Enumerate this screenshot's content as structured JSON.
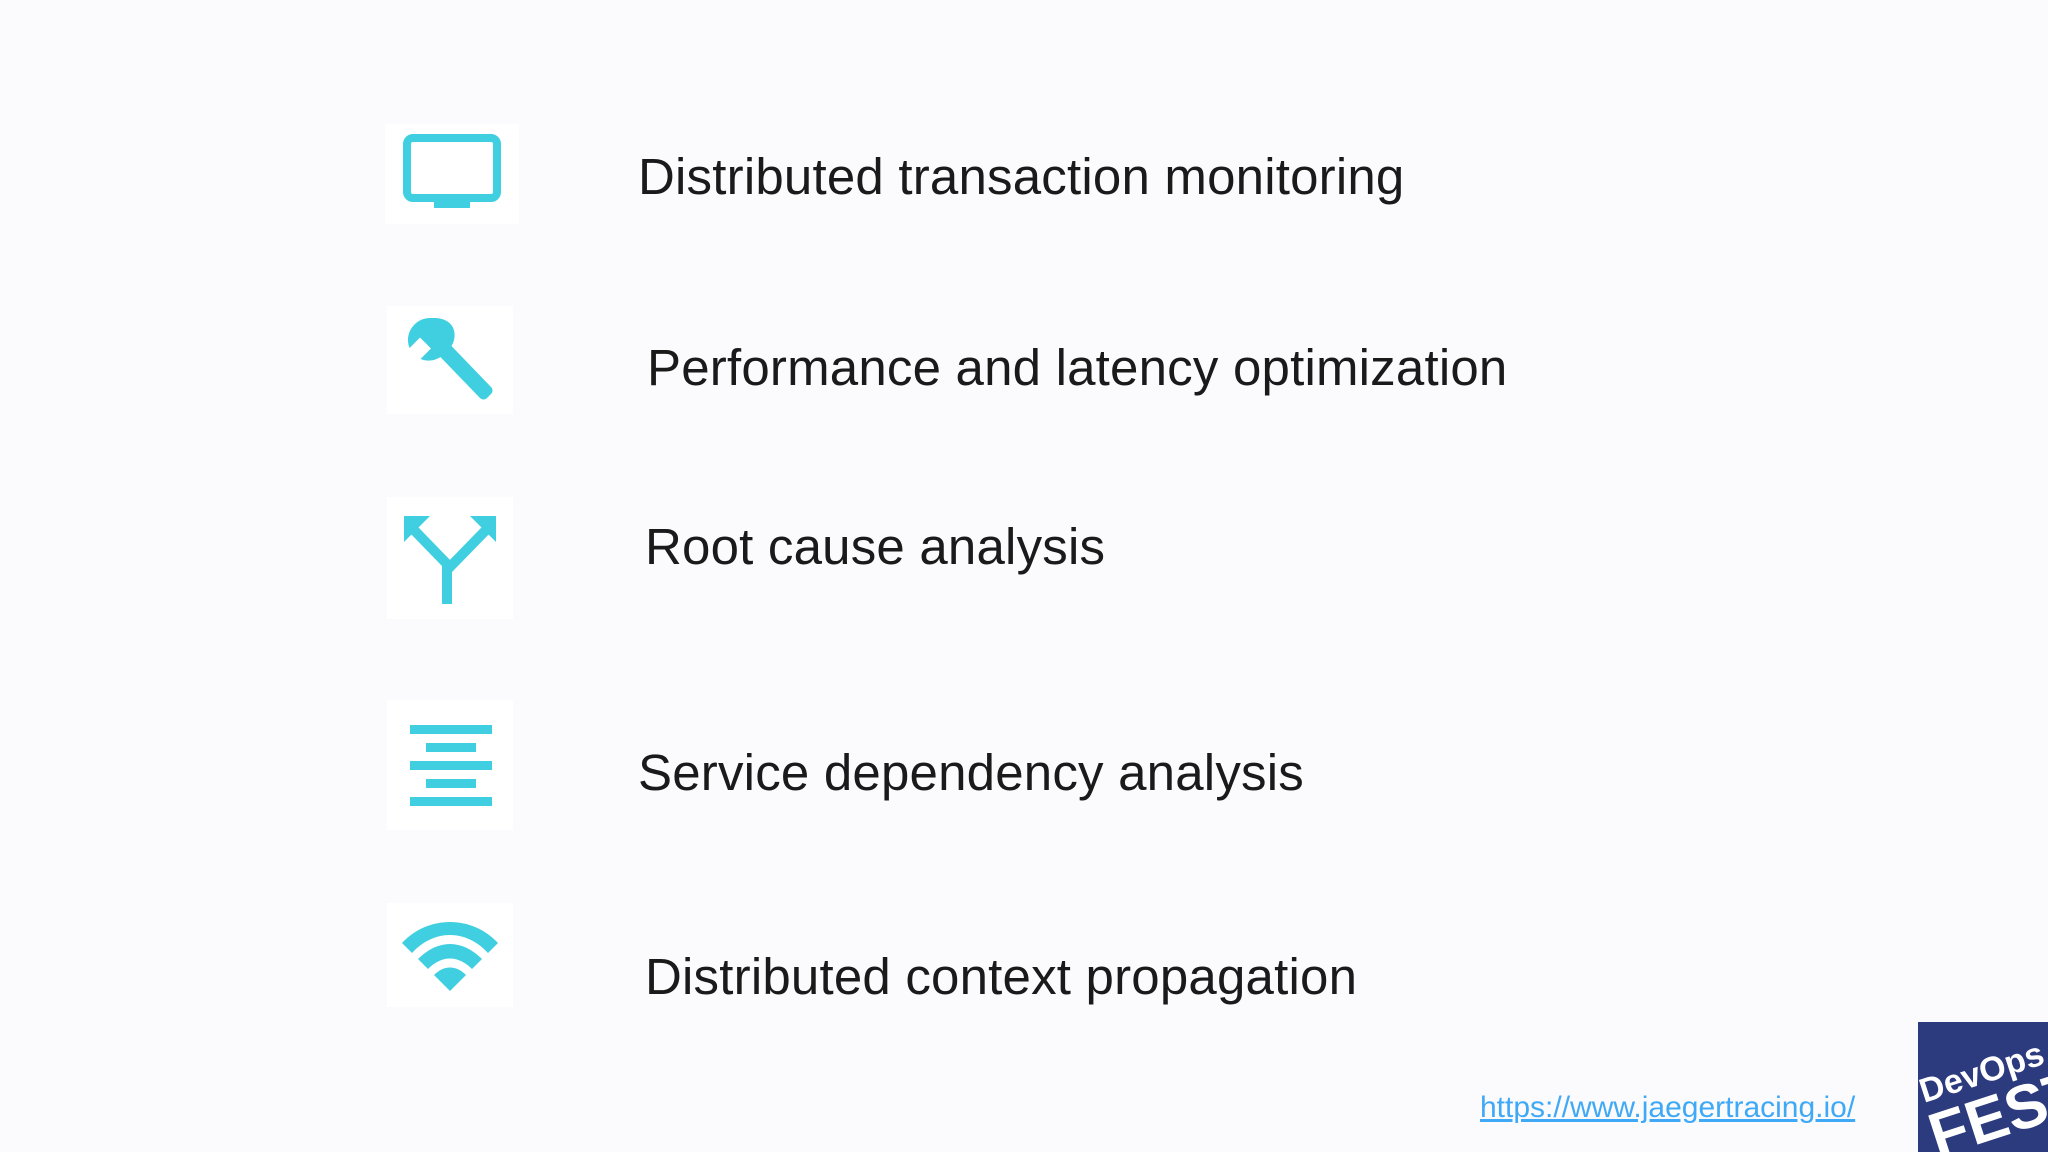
{
  "accent_color": "#3fcfe0",
  "items": [
    {
      "icon": "monitor-icon",
      "label": "Distributed transaction monitoring"
    },
    {
      "icon": "wrench-icon",
      "label": "Performance and latency optimization"
    },
    {
      "icon": "fork-arrows-icon",
      "label": "Root cause analysis"
    },
    {
      "icon": "align-center-icon",
      "label": "Service dependency analysis"
    },
    {
      "icon": "wifi-icon",
      "label": "Distributed context propagation"
    }
  ],
  "footer": {
    "link_text": "https://www.jaegertracing.io/"
  },
  "logo": {
    "text_line1": "DevOps",
    "text_line2": "FEST"
  }
}
